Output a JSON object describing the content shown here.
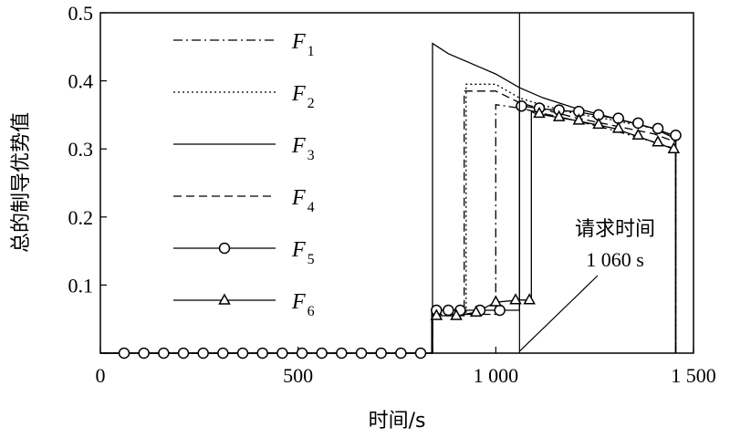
{
  "chart_data": {
    "type": "line",
    "xlabel": "时间/s",
    "ylabel": "总的制导优势值",
    "xlim": [
      0,
      1500
    ],
    "ylim": [
      0,
      0.5
    ],
    "x_ticks": [
      0,
      500,
      1000,
      1500
    ],
    "x_tick_labels": [
      "0",
      "500",
      "1 000",
      "1 500"
    ],
    "y_ticks": [
      0.1,
      0.2,
      0.3,
      0.4,
      0.5
    ],
    "y_tick_labels": [
      "0.1",
      "0.2",
      "0.3",
      "0.4",
      "0.5"
    ],
    "grid": false,
    "legend_position": "top-left",
    "annotation": {
      "x": 1060,
      "text_line1": "请求时间",
      "text_line2": "1 060 s"
    },
    "series": [
      {
        "name": "F",
        "sub": "1",
        "dash": "dashdot",
        "marker": "none",
        "x": [
          0,
          840,
          840,
          1000,
          1000,
          1060,
          1120,
          1200,
          1300,
          1400,
          1455,
          1455
        ],
        "y": [
          0,
          0,
          0.057,
          0.057,
          0.365,
          0.36,
          0.352,
          0.342,
          0.327,
          0.31,
          0.3,
          0
        ]
      },
      {
        "name": "F",
        "sub": "2",
        "dash": "dotted",
        "marker": "none",
        "x": [
          0,
          840,
          840,
          925,
          925,
          1000,
          1060,
          1120,
          1200,
          1300,
          1400,
          1455,
          1455
        ],
        "y": [
          0,
          0,
          0.057,
          0.057,
          0.395,
          0.395,
          0.375,
          0.364,
          0.352,
          0.342,
          0.33,
          0.318,
          0
        ]
      },
      {
        "name": "F",
        "sub": "3",
        "dash": "solid",
        "marker": "none",
        "x": [
          0,
          840,
          840,
          880,
          960,
          1000,
          1060,
          1120,
          1200,
          1300,
          1400,
          1455,
          1455
        ],
        "y": [
          0,
          0,
          0.455,
          0.44,
          0.42,
          0.41,
          0.39,
          0.375,
          0.36,
          0.345,
          0.33,
          0.315,
          0
        ]
      },
      {
        "name": "F",
        "sub": "4",
        "dash": "dashed",
        "marker": "none",
        "x": [
          0,
          840,
          840,
          920,
          920,
          1000,
          1060,
          1120,
          1200,
          1300,
          1400,
          1455,
          1455
        ],
        "y": [
          0,
          0,
          0.055,
          0.055,
          0.385,
          0.385,
          0.368,
          0.358,
          0.346,
          0.334,
          0.322,
          0.31,
          0
        ]
      },
      {
        "name": "F",
        "sub": "5",
        "dash": "solid",
        "marker": "circle",
        "x": [
          0,
          60,
          100,
          150,
          200,
          250,
          300,
          350,
          400,
          450,
          500,
          550,
          600,
          650,
          700,
          750,
          800,
          838,
          838,
          850,
          900,
          950,
          1000,
          1050,
          1060,
          1060,
          1070,
          1100,
          1150,
          1200,
          1250,
          1300,
          1350,
          1400,
          1450,
          1455,
          1455
        ],
        "y": [
          0,
          0,
          0,
          0,
          0,
          0,
          0,
          0,
          0,
          0,
          0,
          0,
          0,
          0,
          0,
          0,
          0,
          0,
          0.063,
          0.063,
          0.063,
          0.063,
          0.063,
          0.063,
          0.063,
          0.365,
          0.363,
          0.36,
          0.357,
          0.355,
          0.35,
          0.345,
          0.338,
          0.33,
          0.32,
          0.318,
          0
        ]
      },
      {
        "name": "F",
        "sub": "6",
        "dash": "solid",
        "marker": "triangle",
        "x": [
          0,
          840,
          840,
          900,
          950,
          1000,
          1000,
          1060,
          1060,
          1090,
          1090,
          1100,
          1150,
          1200,
          1250,
          1300,
          1350,
          1400,
          1450,
          1455,
          1455
        ],
        "y": [
          0,
          0,
          0.055,
          0.055,
          0.06,
          0.075,
          0.075,
          0.078,
          0.078,
          0.078,
          0.355,
          0.352,
          0.347,
          0.342,
          0.336,
          0.33,
          0.32,
          0.31,
          0.3,
          0.295,
          0
        ]
      }
    ],
    "markers": {
      "circle": {
        "x": [
          60,
          110,
          160,
          210,
          260,
          310,
          360,
          410,
          460,
          510,
          560,
          610,
          660,
          710,
          760,
          810,
          850,
          880,
          910,
          960,
          1010,
          1065,
          1110,
          1160,
          1210,
          1260,
          1310,
          1360,
          1410,
          1455
        ],
        "y": [
          0,
          0,
          0,
          0,
          0,
          0,
          0,
          0,
          0,
          0,
          0,
          0,
          0,
          0,
          0,
          0,
          0.063,
          0.063,
          0.063,
          0.063,
          0.063,
          0.363,
          0.36,
          0.357,
          0.355,
          0.35,
          0.345,
          0.338,
          0.33,
          0.32
        ]
      },
      "triangle": {
        "x": [
          850,
          900,
          950,
          1000,
          1050,
          1085,
          1110,
          1160,
          1210,
          1260,
          1310,
          1360,
          1410,
          1450
        ],
        "y": [
          0.055,
          0.055,
          0.06,
          0.075,
          0.078,
          0.078,
          0.352,
          0.347,
          0.342,
          0.336,
          0.33,
          0.32,
          0.31,
          0.3
        ]
      }
    }
  }
}
